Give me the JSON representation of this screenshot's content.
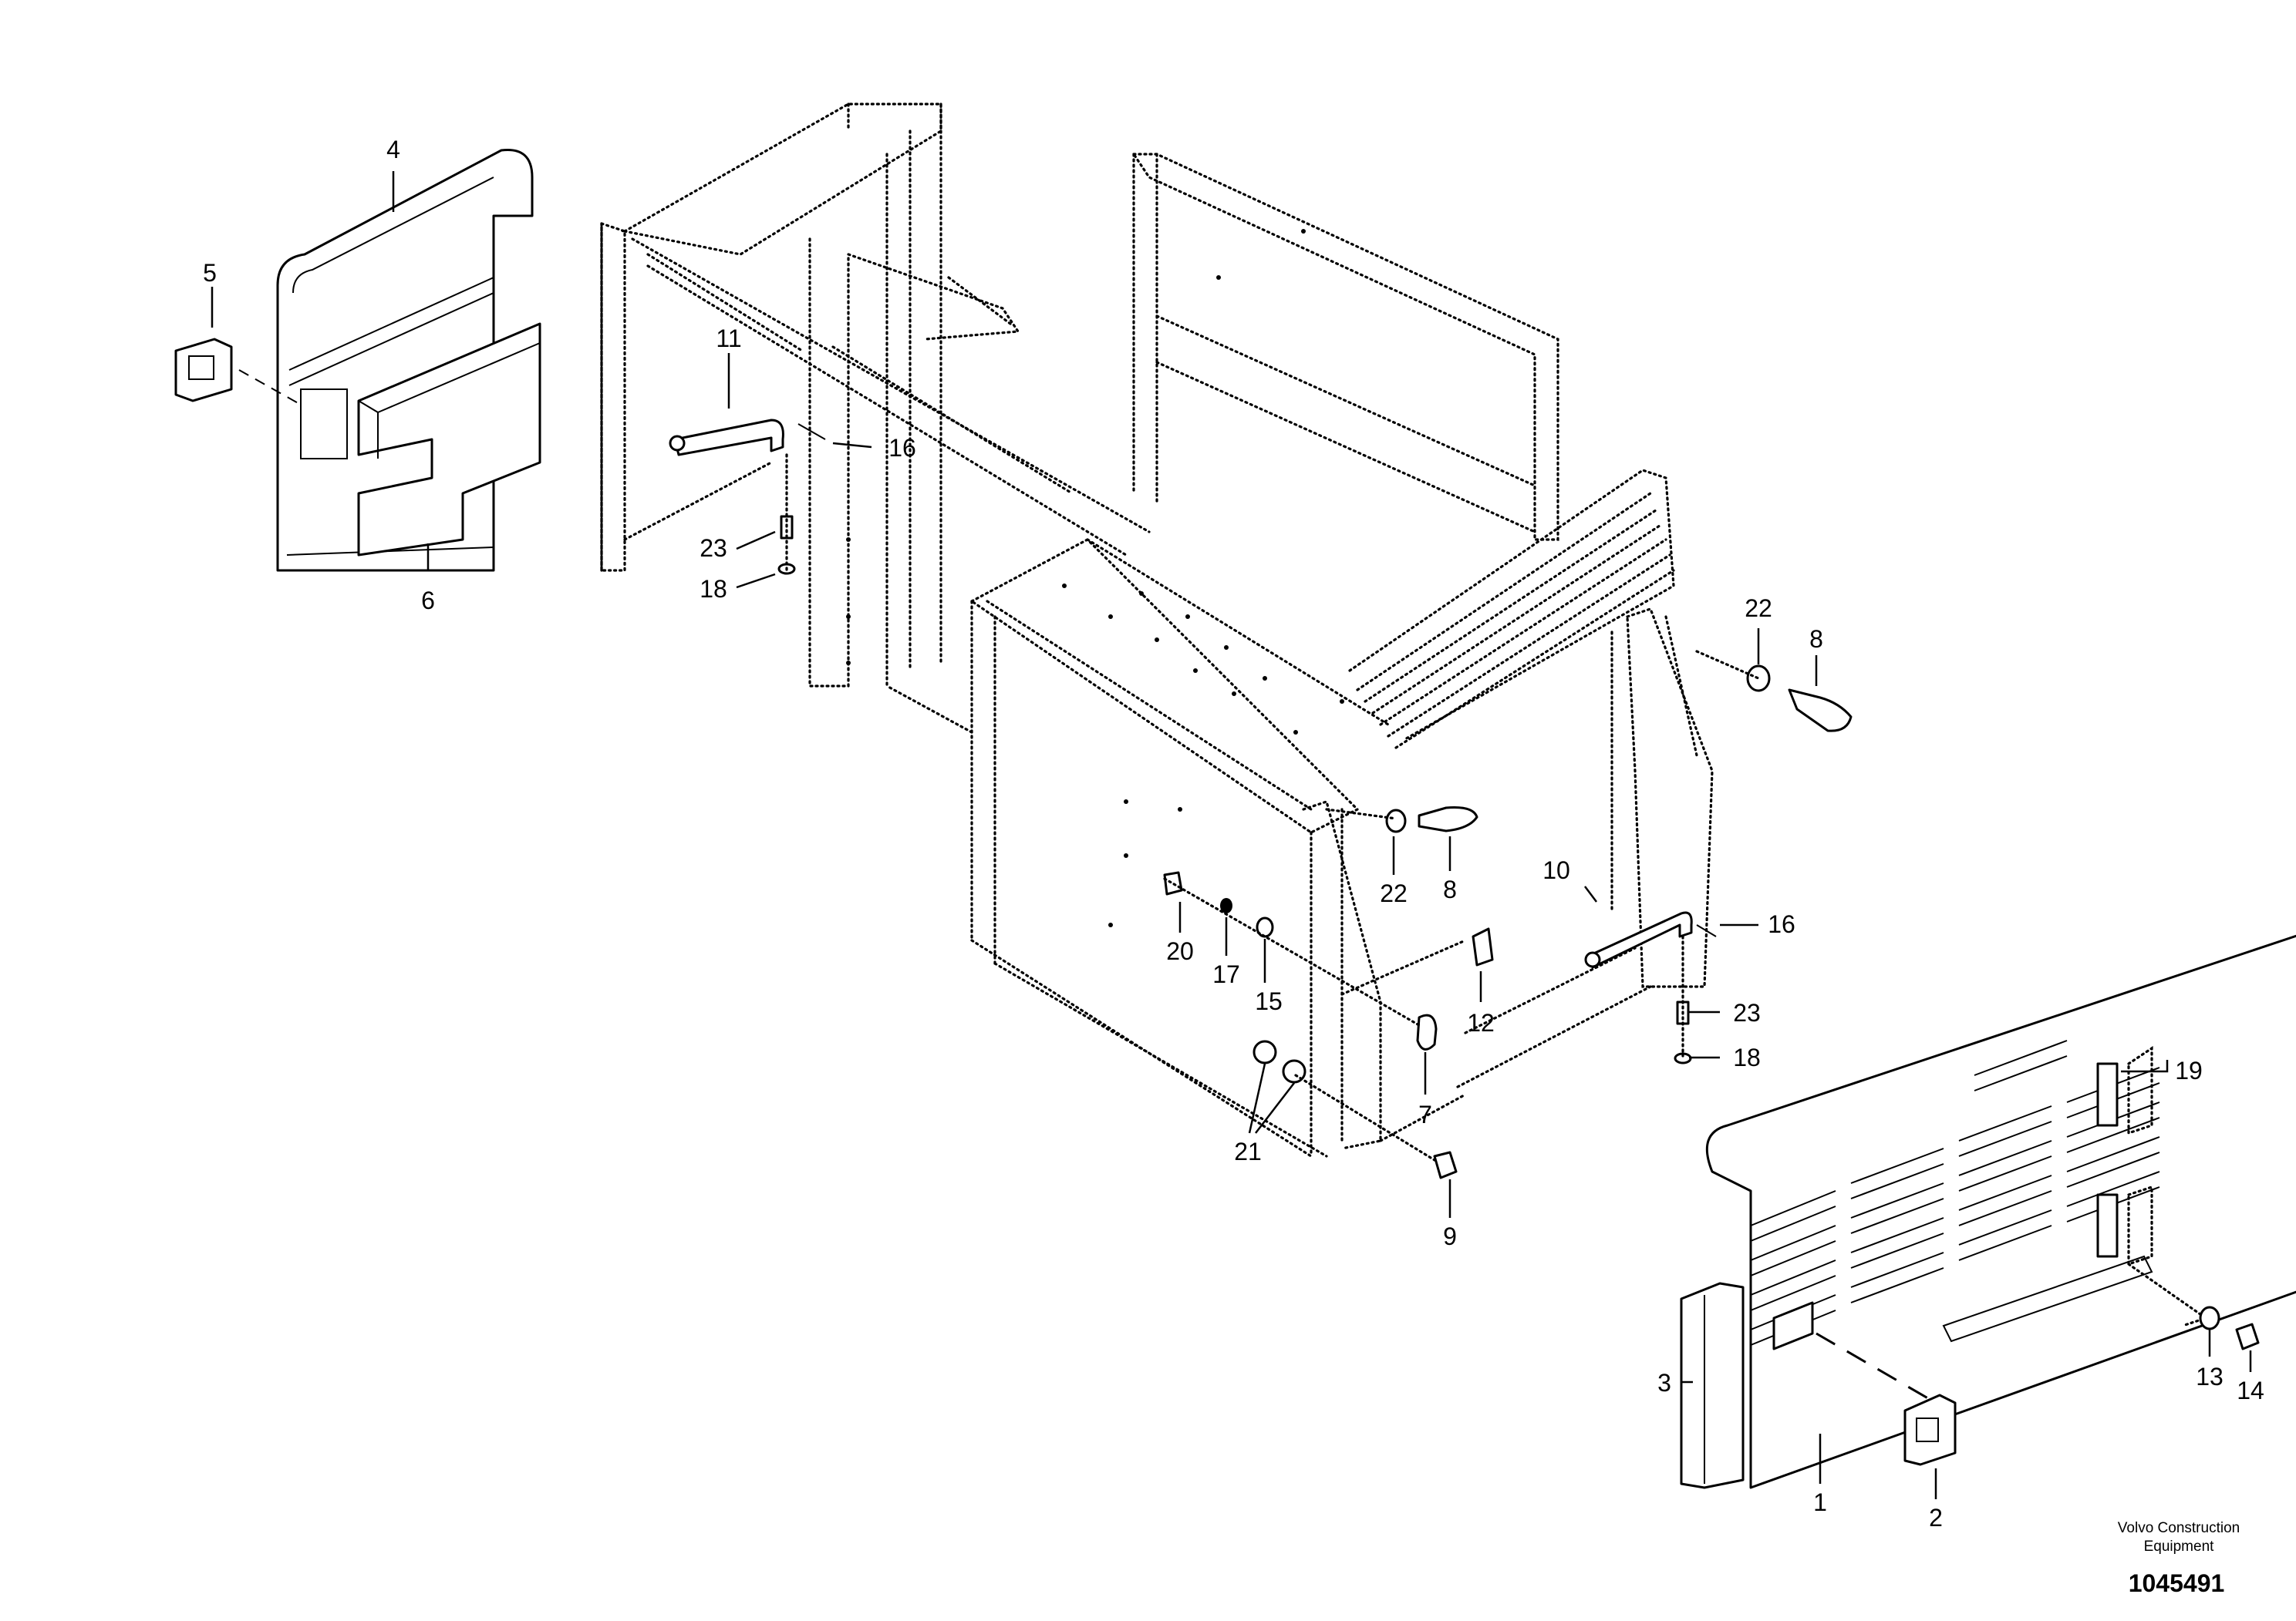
{
  "callouts": {
    "c1": "1",
    "c2": "2",
    "c3": "3",
    "c4": "4",
    "c5": "5",
    "c6": "6",
    "c7": "7",
    "c8a": "8",
    "c8b": "8",
    "c9": "9",
    "c10": "10",
    "c11": "11",
    "c12": "12",
    "c13": "13",
    "c14": "14",
    "c15": "15",
    "c16a": "16",
    "c16b": "16",
    "c17": "17",
    "c18a": "18",
    "c18b": "18",
    "c19": "19",
    "c20": "20",
    "c21": "21",
    "c22a": "22",
    "c22b": "22",
    "c23a": "23",
    "c23b": "23"
  },
  "footer": {
    "brand_line1": "Volvo Construction",
    "brand_line2": "Equipment",
    "doc_number": "1045491"
  }
}
